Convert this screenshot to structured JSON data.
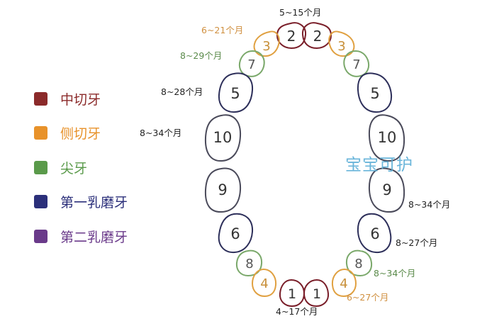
{
  "legend": [
    {
      "label": "中切牙",
      "color": "#8b2a2a"
    },
    {
      "label": "侧切牙",
      "color": "#e8922a"
    },
    {
      "label": "尖牙",
      "color": "#5a9a4a"
    },
    {
      "label": "第一乳磨牙",
      "color": "#2b2f7a"
    },
    {
      "label": "第二乳磨牙",
      "color": "#6a3a8a"
    }
  ],
  "colors": {
    "central_incisor": "#7a1f2a",
    "lateral_incisor": "#e0a040",
    "canine": "#7aa86a",
    "first_molar": "#2d2f5a",
    "second_molar": "#4a4a5a"
  },
  "watermark": "宝宝可护",
  "upper": {
    "central_label": "5~15个月",
    "lateral_label": "6~21个月",
    "canine_label": "8~29个月",
    "first_molar_label": "8~28个月",
    "second_molar_label": "8~34个月",
    "tooth_numbers": {
      "central": "2",
      "lateral": "3",
      "canine": "7",
      "first_molar": "5",
      "second_molar": "10"
    }
  },
  "lower": {
    "central_label": "4~17个月",
    "lateral_label": "6~27个月",
    "canine_label": "8~34个月",
    "first_molar_label": "8~27个月",
    "second_molar_label": "8~34个月",
    "tooth_numbers": {
      "central": "1",
      "lateral": "4",
      "canine": "8",
      "first_molar": "6",
      "second_molar": "9"
    }
  }
}
